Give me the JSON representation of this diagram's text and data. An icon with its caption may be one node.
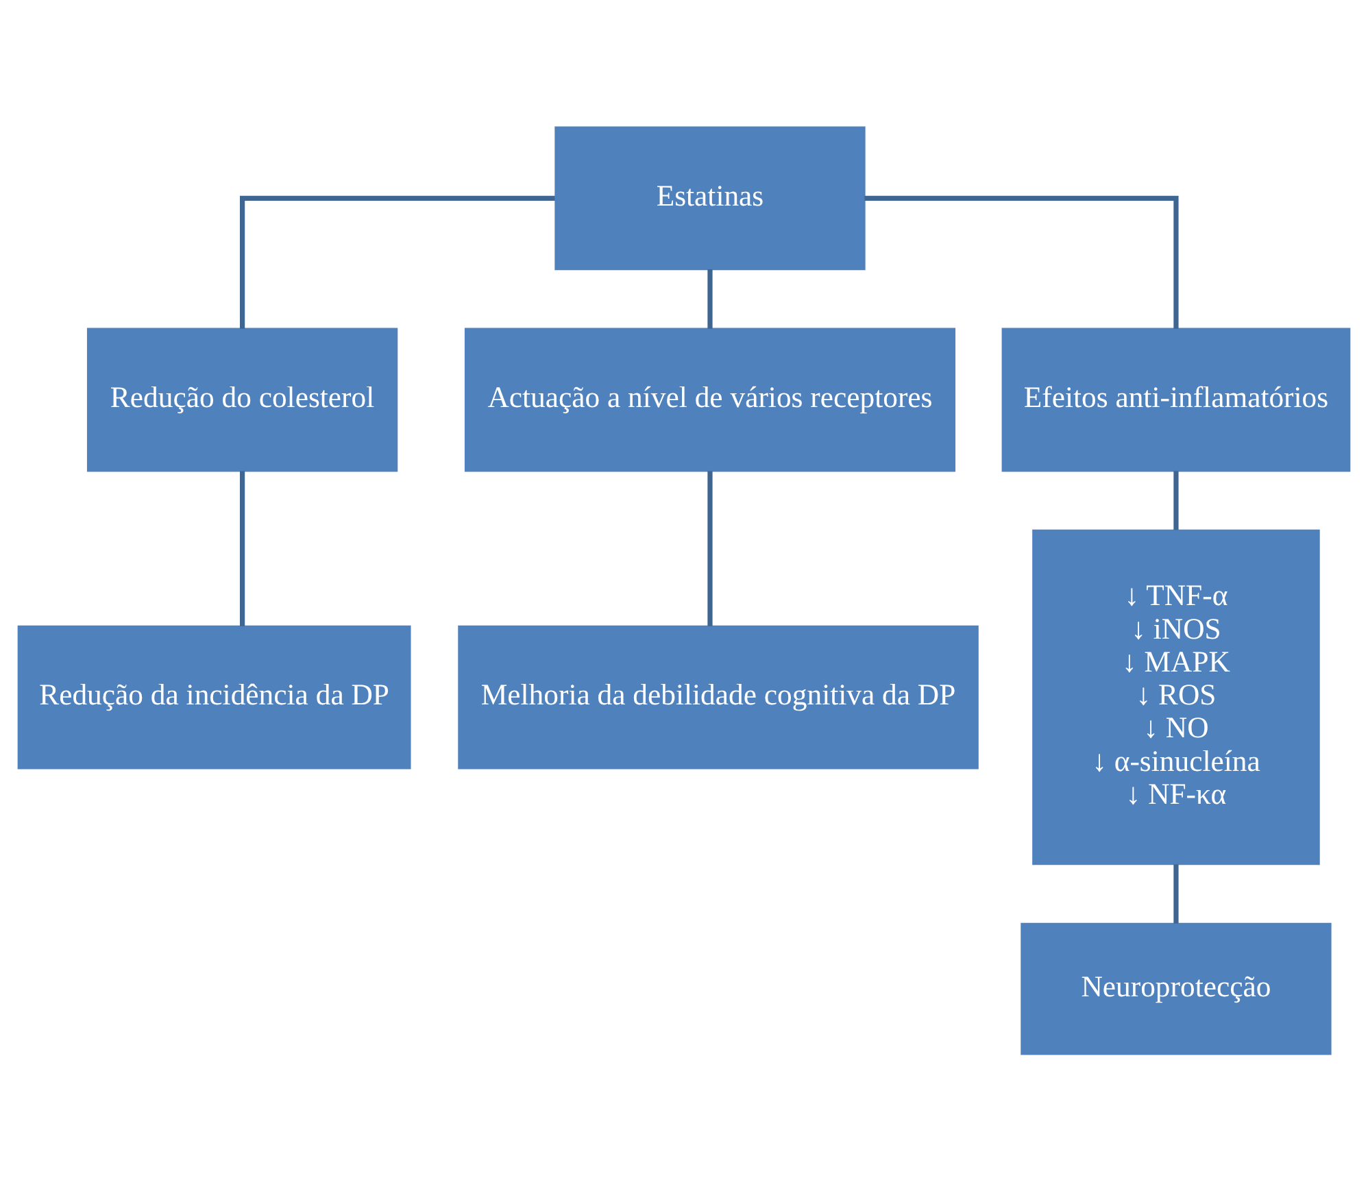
{
  "diagram": {
    "nodes": [
      {
        "text": [
          "Estatinas"
        ]
      },
      {
        "text": [
          "Redução do colesterol"
        ]
      },
      {
        "text": [
          "Actuação a nível de vários receptores"
        ]
      },
      {
        "text": [
          "Efeitos anti-inflamatórios"
        ]
      },
      {
        "text": [
          "Redução da incidência da DP"
        ]
      },
      {
        "text": [
          "Melhoria da debilidade cognitiva da DP"
        ]
      },
      {
        "text": [
          "↓ TNF-α",
          "↓ iNOS",
          "↓ MAPK",
          "↓ ROS",
          "↓ NO",
          "↓ α-sinucleína",
          "↓ NF-κα"
        ]
      },
      {
        "text": [
          "Neuroprotecção"
        ]
      }
    ],
    "edges": [
      {
        "from": 0,
        "to": 1,
        "arrow": "none"
      },
      {
        "from": 0,
        "to": 2,
        "arrow": "none"
      },
      {
        "from": 0,
        "to": 3,
        "arrow": "none"
      },
      {
        "from": 1,
        "to": 4,
        "arrow": "none"
      },
      {
        "from": 2,
        "to": 5,
        "arrow": "none"
      },
      {
        "from": 3,
        "to": 6,
        "arrow": "none"
      },
      {
        "from": 6,
        "to": 7,
        "arrow": "none"
      }
    ]
  }
}
